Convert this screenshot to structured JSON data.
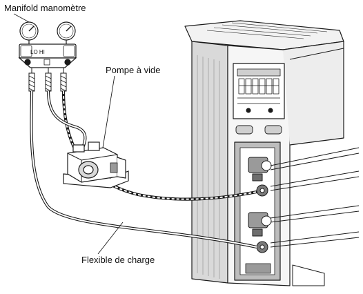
{
  "labels": {
    "manifold": "Manifold manomètre",
    "pompe": "Pompe à vide",
    "flexible": "Flexible de charge",
    "gauge_marks": "LO HI"
  },
  "colors": {
    "line": "#1a1a1a",
    "unit_shade": "#d9d9d9",
    "panel_shade": "#bdbdbd",
    "background": "#ffffff"
  }
}
